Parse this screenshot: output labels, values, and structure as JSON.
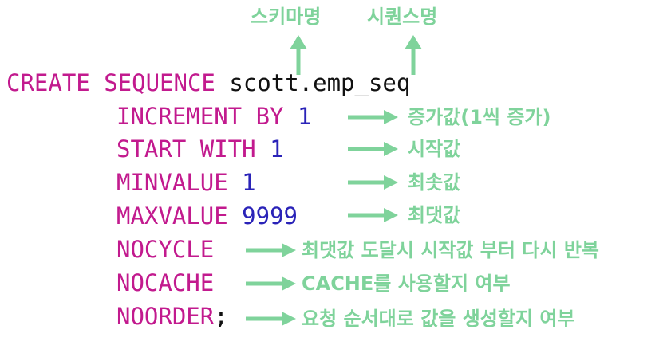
{
  "accent_color": "#7fd39b",
  "keyword_color": "#c21a8e",
  "number_color": "#2a23b8",
  "top_labels": {
    "schema": "스키마명",
    "sequence": "시퀀스명"
  },
  "code": {
    "line1": {
      "kw": "CREATE SEQUENCE",
      "name": "scott.emp_seq"
    },
    "increment": {
      "kw": "INCREMENT BY",
      "val": "1",
      "note": "증가값(1씩 증가)"
    },
    "start": {
      "kw": "START WITH",
      "val": "1",
      "note": "시작값"
    },
    "minvalue": {
      "kw": "MINVALUE",
      "val": "1",
      "note": "최솟값"
    },
    "maxvalue": {
      "kw": "MAXVALUE",
      "val": "9999",
      "note": "최댓값"
    },
    "nocycle": {
      "kw": "NOCYCLE",
      "note": "최댓값 도달시 시작값 부터 다시 반복"
    },
    "nocache": {
      "kw": "NOCACHE",
      "note": "CACHE를 사용할지 여부"
    },
    "noorder": {
      "kw": "NOORDER",
      "punct": ";",
      "note": "요청 순서대로 값을 생성할지 여부"
    }
  }
}
